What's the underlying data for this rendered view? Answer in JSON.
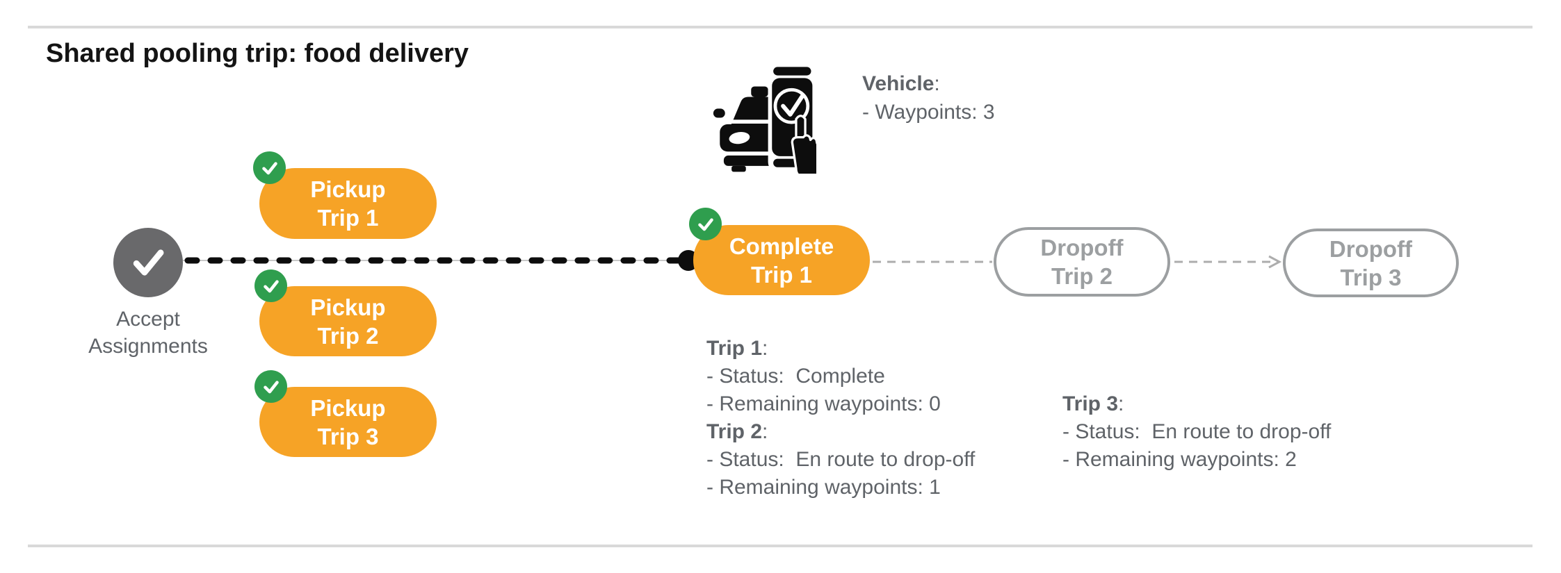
{
  "title": "Shared pooling trip: food delivery",
  "colon": ":",
  "vehicle": {
    "label": "Vehicle",
    "waypoints": "- Waypoints: 3",
    "icon": "car-phone-check-icon"
  },
  "flow": {
    "start": {
      "line1": "Accept",
      "line2": "Assignments",
      "icon": "checkmark-icon"
    },
    "pickups": [
      {
        "line1": "Pickup",
        "line2": "Trip 1",
        "badge": "check-badge-icon"
      },
      {
        "line1": "Pickup",
        "line2": "Trip 2",
        "badge": "check-badge-icon"
      },
      {
        "line1": "Pickup",
        "line2": "Trip 3",
        "badge": "check-badge-icon"
      }
    ],
    "complete": {
      "line1": "Complete",
      "line2": "Trip 1",
      "badge": "check-badge-icon"
    },
    "dropoffs": [
      {
        "line1": "Dropoff",
        "line2": "Trip 2"
      },
      {
        "line1": "Dropoff",
        "line2": "Trip 3"
      }
    ]
  },
  "details": {
    "block_a": [
      {
        "label": "Trip 1",
        "lines": [
          "- Status:  Complete",
          "- Remaining waypoints: 0"
        ]
      },
      {
        "label": "Trip 2",
        "lines": [
          "- Status:  En route to drop-off",
          "- Remaining waypoints: 1"
        ]
      }
    ],
    "block_b": [
      {
        "label": "Trip 3",
        "lines": [
          "- Status:  En route to drop-off",
          "- Remaining waypoints: 2"
        ]
      }
    ]
  },
  "colors": {
    "accent_orange": "#F6A326",
    "accent_green": "#2F9E4E",
    "node_gray": "#69696B",
    "text_gray": "#5F6368",
    "outline_gray": "#9C9FA1",
    "line_black": "#0D0D0D",
    "divider_gray": "#D9D9D9"
  }
}
